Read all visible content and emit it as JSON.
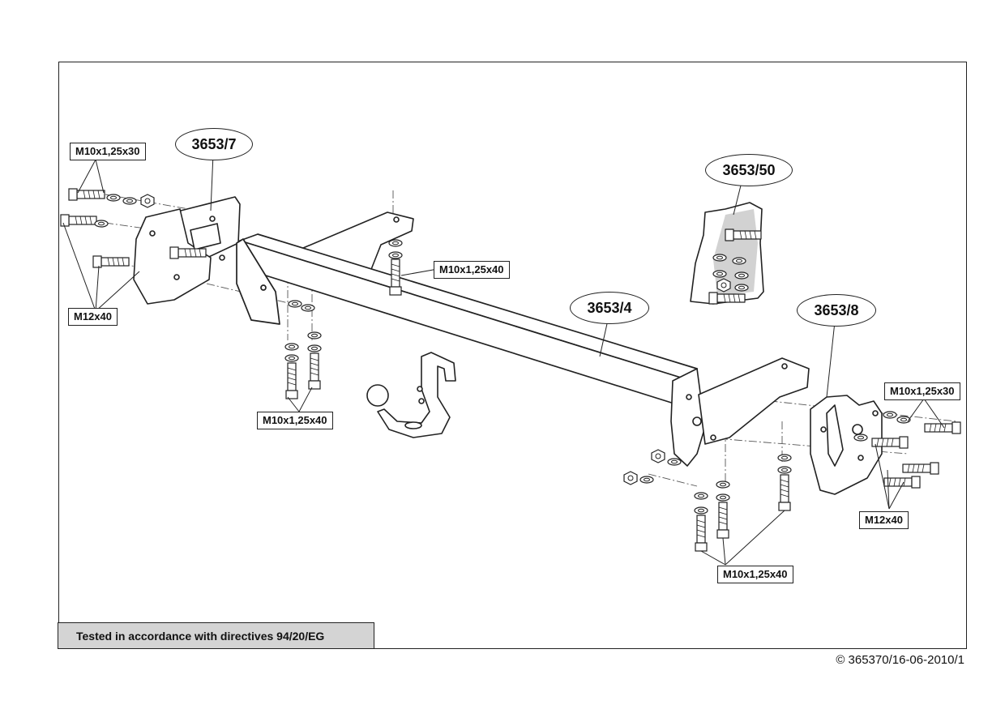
{
  "part_numbers": {
    "left_bracket": "3653/7",
    "fixing_kit": "3653/50",
    "crossbar": "3653/4",
    "right_bracket": "3653/8"
  },
  "bolt_labels": {
    "left_top": "M10x1,25x30",
    "left_bottom": "M12x40",
    "center_top": "M10x1,25x40",
    "center_bottom": "M10x1,25x40",
    "right_top": "M10x1,25x30",
    "right_mid": "M12x40",
    "right_bottom": "M10x1,25x40"
  },
  "footer": {
    "approval_note": "Tested in accordance with directives 94/20/EG",
    "copyright": "© 365370/16-06-2010/1"
  }
}
